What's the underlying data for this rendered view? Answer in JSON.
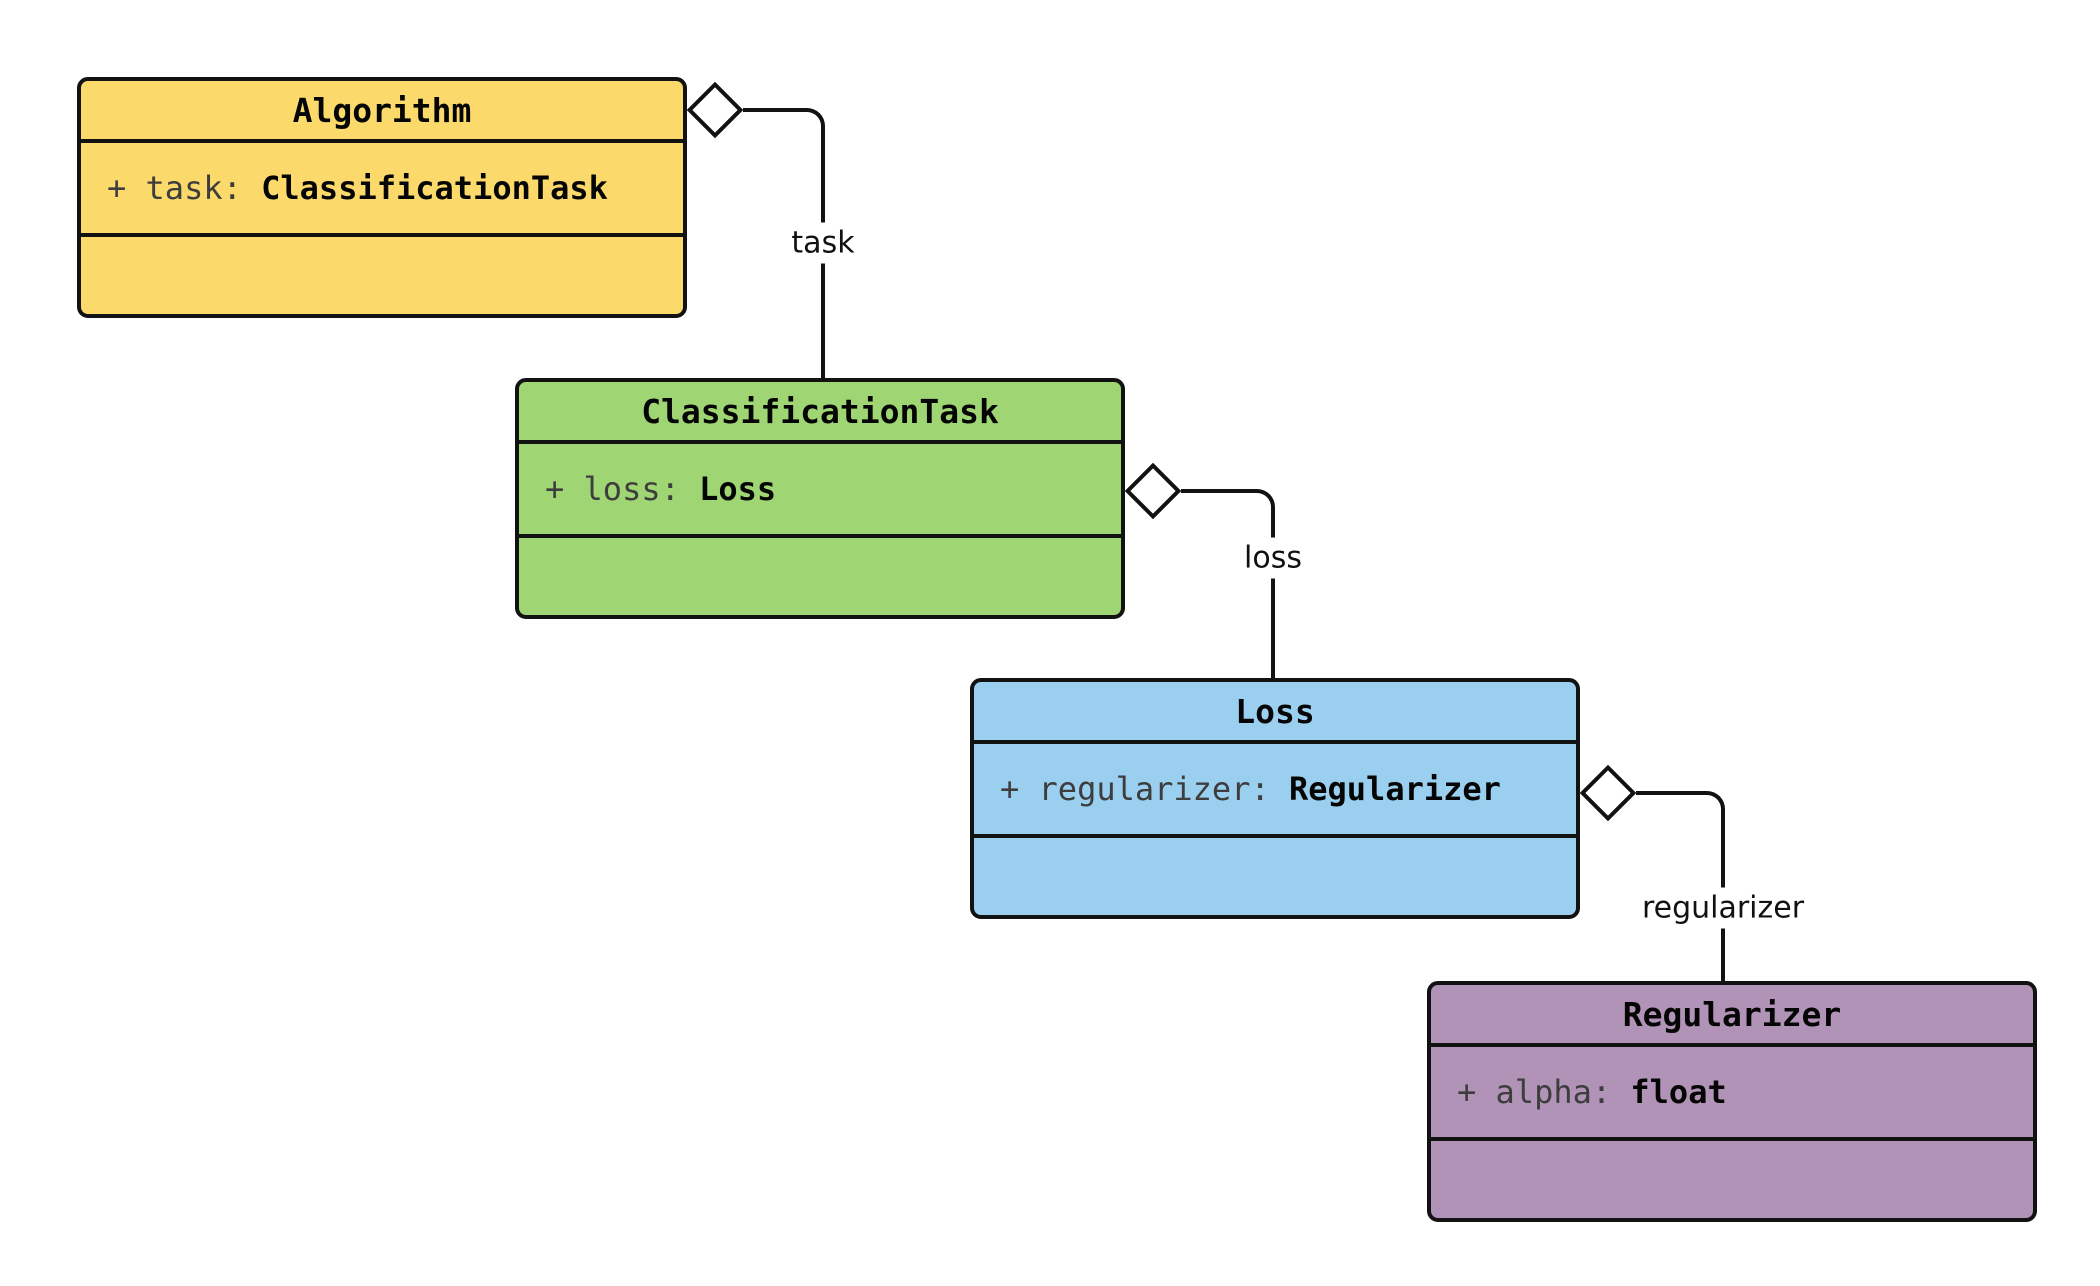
{
  "diagram": {
    "type": "uml-class-diagram",
    "background": "#ffffff",
    "line_color": "#121212",
    "classes": [
      {
        "title": "Algorithm",
        "fill": "#fbd96b",
        "attribute": {
          "label": "+ task: ",
          "type": "ClassificationTask"
        }
      },
      {
        "title": "ClassificationTask",
        "fill": "#9fd673",
        "attribute": {
          "label": "+ loss: ",
          "type": "Loss"
        }
      },
      {
        "title": "Loss",
        "fill": "#9bcff0",
        "attribute": {
          "label": "+ regularizer: ",
          "type": "Regularizer"
        }
      },
      {
        "title": "Regularizer",
        "fill": "#b093b6",
        "attribute": {
          "label": "+ alpha: ",
          "type": "float"
        }
      }
    ],
    "relations": [
      {
        "from": "Algorithm",
        "to": "ClassificationTask",
        "kind": "aggregation",
        "label": "task"
      },
      {
        "from": "ClassificationTask",
        "to": "Loss",
        "kind": "aggregation",
        "label": "loss"
      },
      {
        "from": "Loss",
        "to": "Regularizer",
        "kind": "aggregation",
        "label": "regularizer"
      }
    ]
  }
}
